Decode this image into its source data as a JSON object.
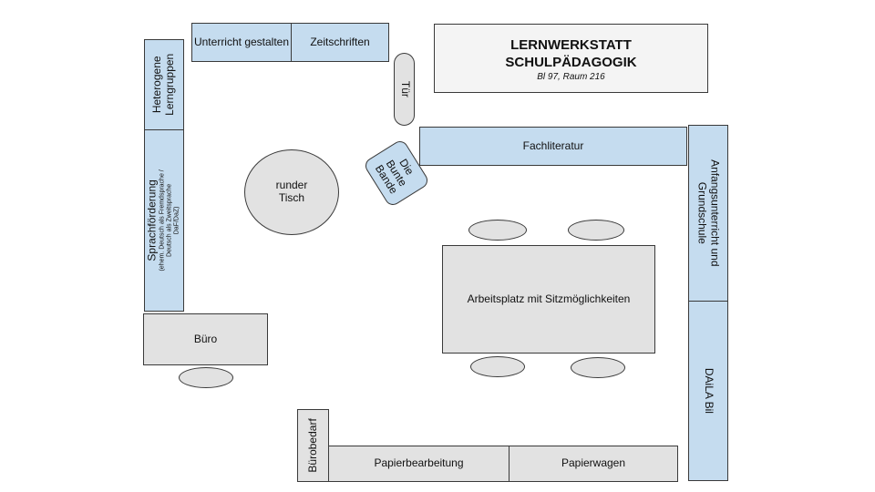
{
  "title": {
    "line1": "LERNWERKSTATT",
    "line2": "SCHULPÄDAGOGIK",
    "location": "Bl 97, Raum 216"
  },
  "areas": {
    "unterricht": "Unterricht gestalten",
    "zeitschriften": "Zeitschriften",
    "heterogene_line1": "Heterogene",
    "heterogene_line2": "Lerngruppen",
    "sprach_main": "Sprachförderung",
    "sprach_sub1": "(ehem. Deutsch als Fremdsprache /",
    "sprach_sub2": "Deutsch als Zweitsprache",
    "sprach_sub3": "DaF/DaZ)",
    "buero": "Büro",
    "tuer": "Tür",
    "bunte_line1": "Die",
    "bunte_line2": "Bunte",
    "bunte_line3": "Bande",
    "runder_line1": "runder",
    "runder_line2": "Tisch",
    "fachliteratur": "Fachliteratur",
    "anfang_line1": "Anfangsunterricht und",
    "anfang_line2": "Grundschule",
    "daila": "DAiLA Bil",
    "arbeitsplatz": "Arbeitsplatz mit Sitzmöglichkeiten",
    "buerobedarf": "Bürobedarf",
    "papierbearbeitung": "Papierbearbeitung",
    "papierwagen": "Papierwagen"
  },
  "colors": {
    "shelf_blue": "#c5dcef",
    "furniture_grey": "#e2e2e2",
    "outline": "#3a3a3a"
  }
}
